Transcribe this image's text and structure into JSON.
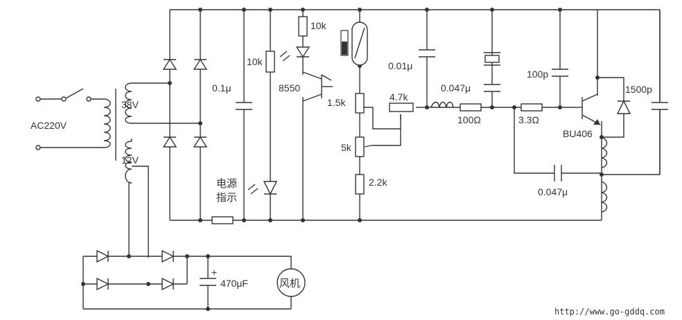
{
  "labels": {
    "ac_input": "AC220V",
    "tap_38v": "38V",
    "tap_12v": "12V",
    "cap_01u": "0.1μ",
    "res_10k_a": "10k",
    "res_10k_b": "10k",
    "transistor_8550": "8550",
    "res_15k": "1.5k",
    "res_5k": "5k",
    "res_22k": "2.2k",
    "pot_47k": "4.7k",
    "cap_001u": "0.01μ",
    "cap_0047u_top": "0.047μ",
    "res_100": "100Ω",
    "cap_100p": "100p",
    "res_33": "3.3Ω",
    "cap_1500p": "1500p",
    "transistor_bu406": "BU406",
    "cap_0047u_bottom": "0.047μ",
    "power_indicator_line1": "电源",
    "power_indicator_line2": "指示",
    "cap_470uf": "470μF",
    "fan": "风机",
    "cap_plus": "+",
    "website": "http://www.go-gddq.com"
  }
}
